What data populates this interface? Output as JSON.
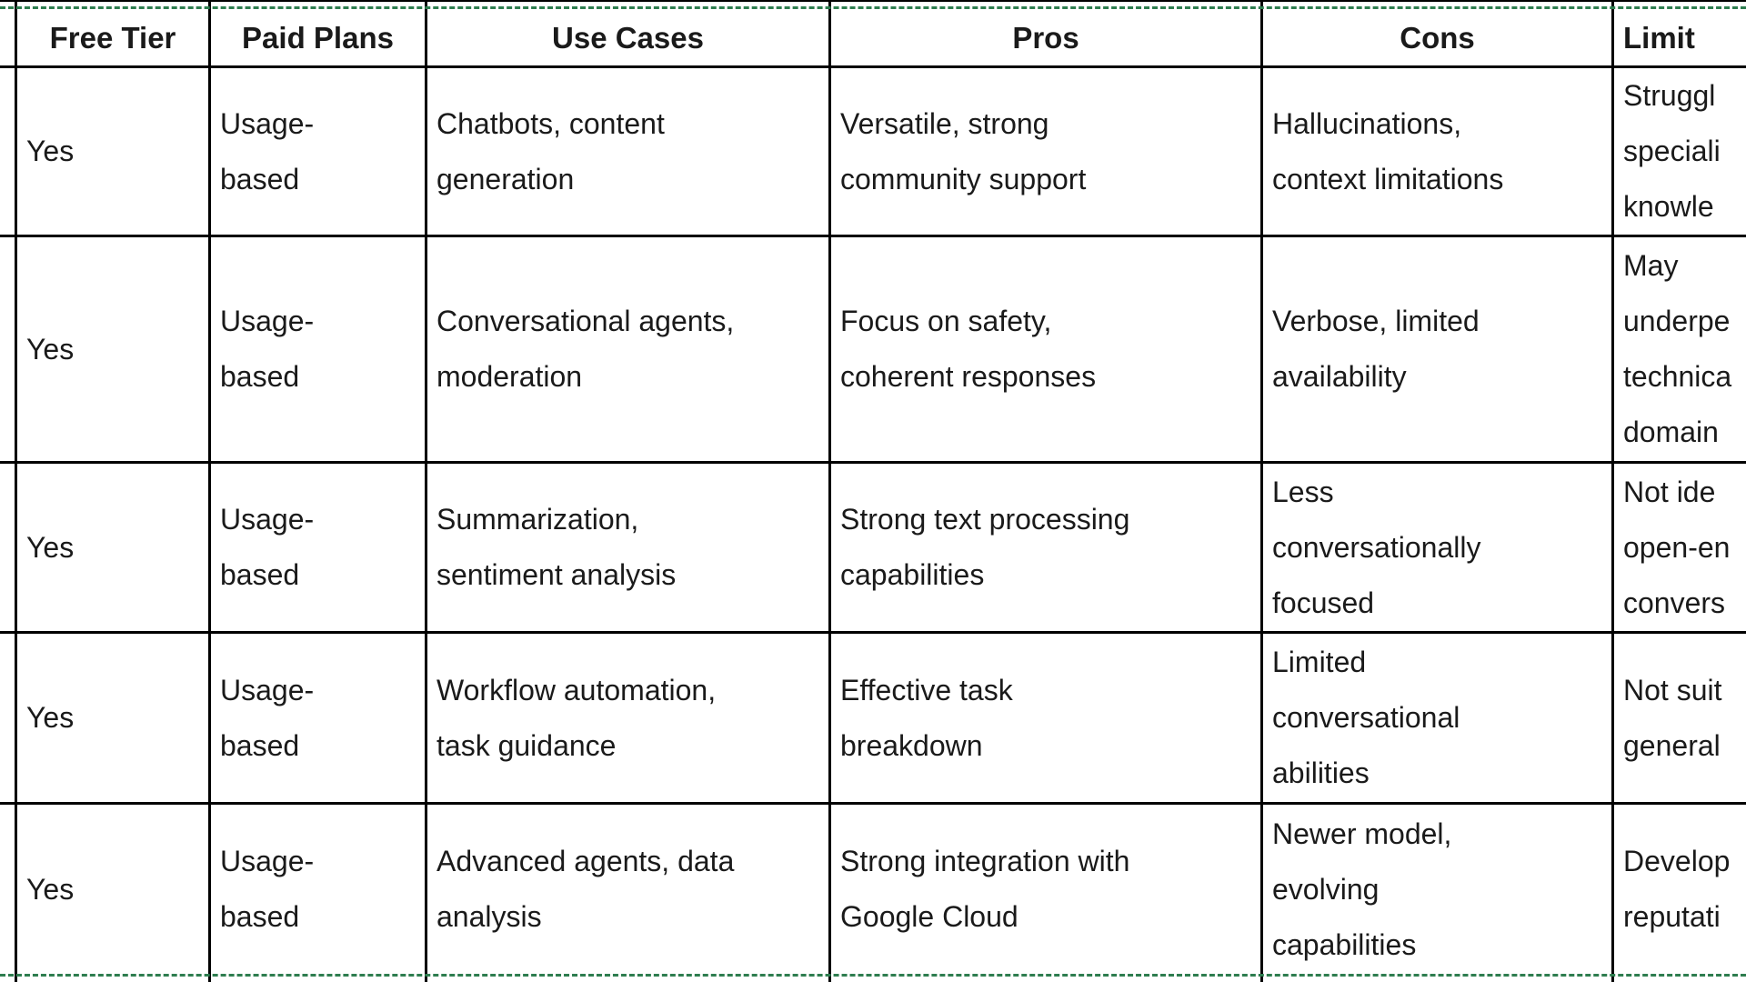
{
  "table": {
    "headers": [
      "Free Tier",
      "Paid Plans",
      "Use Cases",
      "Pros",
      "Cons",
      "Limit"
    ],
    "rows": [
      [
        "Yes",
        "Usage-\nbased",
        "Chatbots, content\ngeneration",
        "Versatile, strong\ncommunity support",
        "Hallucinations,\ncontext limitations",
        "Struggl\nspeciali\nknowle"
      ],
      [
        "Yes",
        "Usage-\nbased",
        "Conversational agents,\nmoderation",
        "Focus on safety,\ncoherent responses",
        "Verbose, limited\navailability",
        "May\nunderpe\ntechnica\ndomain"
      ],
      [
        "Yes",
        "Usage-\nbased",
        "Summarization,\nsentiment analysis",
        "Strong text processing\ncapabilities",
        "Less\nconversationally\nfocused",
        "Not ide\nopen-en\nconvers"
      ],
      [
        "Yes",
        "Usage-\nbased",
        "Workflow automation,\ntask guidance",
        "Effective task\nbreakdown",
        "Limited\nconversational\nabilities",
        "Not suit\ngeneral"
      ],
      [
        "Yes",
        "Usage-\nbased",
        "Advanced agents, data\nanalysis",
        "Strong integration with\nGoogle Cloud",
        "Newer model,\nevolving\ncapabilities",
        "Develop\nreputati"
      ]
    ]
  },
  "colors": {
    "selection_border": "#2e7d4f",
    "grid": "#000000"
  }
}
